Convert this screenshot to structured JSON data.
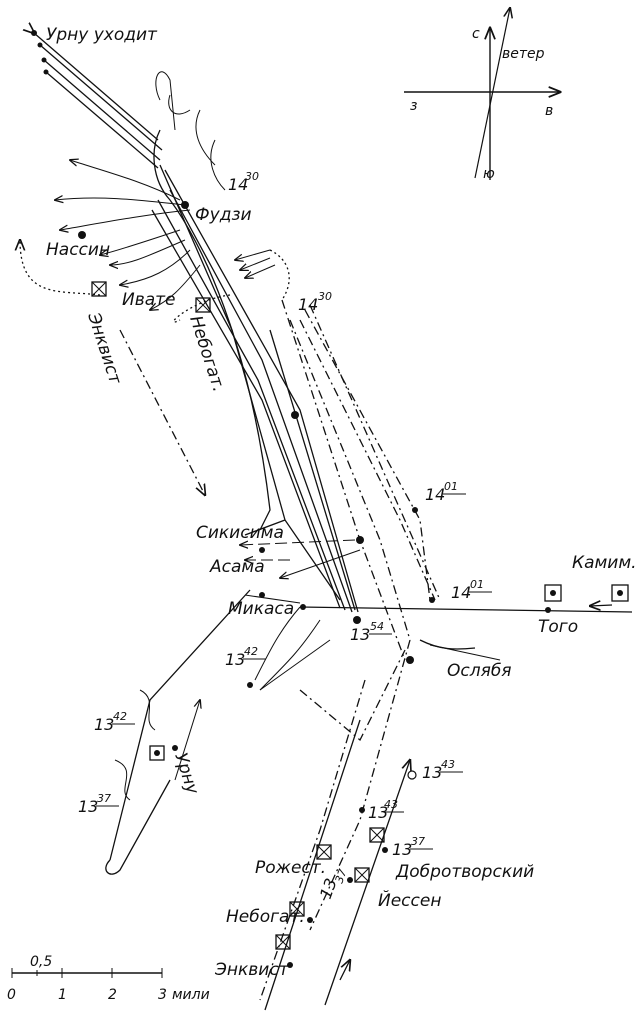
{
  "title": "Урну уходит",
  "compass": {
    "north": "с",
    "south": "ю",
    "east": "в",
    "west": "з",
    "wind": "ветер"
  },
  "ships_japanese": [
    "Фудзи",
    "Нассин",
    "Ивате",
    "Сикисима",
    "Асама",
    "Микаса"
  ],
  "ships_russian": [
    "Энквист",
    "Небогат.",
    "Ослябя",
    "Рожест.",
    "Добротворский",
    "Йессен",
    "Урну"
  ],
  "other_labels": {
    "togo": "Того",
    "kamim": "Камим."
  },
  "times": [
    {
      "h": "14",
      "m": "30",
      "place": "fuji"
    },
    {
      "h": "14",
      "m": "30",
      "place": "center"
    },
    {
      "h": "14",
      "m": "01",
      "place": "mid"
    },
    {
      "h": "14",
      "m": "01",
      "place": "east"
    },
    {
      "h": "13",
      "m": "54",
      "place": "crossing"
    },
    {
      "h": "13",
      "m": "42",
      "place": "mikasa"
    },
    {
      "h": "13",
      "m": "42",
      "place": "west"
    },
    {
      "h": "13",
      "m": "37",
      "place": "west-low"
    },
    {
      "h": "13",
      "m": "43",
      "place": "right"
    },
    {
      "h": "13",
      "m": "43",
      "place": "lower"
    },
    {
      "h": "13",
      "m": "37",
      "place": "dobrotvorsky"
    },
    {
      "h": "13",
      "m": "37",
      "place": "jessen"
    }
  ],
  "scale": {
    "ticks": [
      "0",
      "0,5",
      "1",
      "2",
      "3"
    ],
    "unit": "мили"
  }
}
